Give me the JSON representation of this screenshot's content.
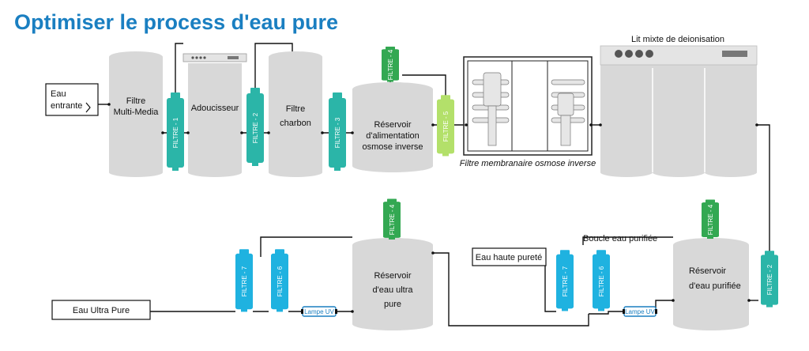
{
  "title": "Optimiser le process d'eau pure",
  "labels": {
    "inlet": [
      "Eau",
      "entrante"
    ],
    "filtre_mm": [
      "Filtre",
      "Multi-Media"
    ],
    "adoucisseur": "Adoucisseur",
    "filtre_charbon": [
      "Filtre",
      "charbon"
    ],
    "reservoir_alim": [
      "Réservoir",
      "d'alimentation",
      "osmose inverse"
    ],
    "membrane": "Filtre membranaire osmose inverse",
    "lit_mixte": "Lit mixte de deionisation",
    "boucle": "Boucle eau purifiée",
    "reservoir_purifiee": [
      "Réservoir",
      "d'eau purifiée"
    ],
    "eau_haute": "Eau haute pureté",
    "reservoir_ultra": [
      "Réservoir",
      "d'eau ultra",
      "pure"
    ],
    "eau_ultra": "Eau Ultra Pure"
  },
  "filters": {
    "f1": "FILTRE - 1",
    "f2": "FILTRE - 2",
    "f3": "FILTRE - 3",
    "f4_top": "FILTRE - 4",
    "f5": "FILTRE - 5",
    "f4_right": "FILTRE - 4",
    "f2_right": "FILTRE - 2",
    "f7_right": "FILTRE - 7",
    "f6_right": "FILTRE - 6",
    "f4_mid": "FILTRE - 4",
    "f7_left": "FILTRE - 7",
    "f6_left": "FILTRE - 6"
  },
  "uv": {
    "left": "Lampe UV",
    "right": "Lampe UV"
  },
  "colors": {
    "title": "#1a7fc1",
    "teal": "#2bb5a8",
    "green": "#33a852",
    "lime": "#b3e06a",
    "cyan": "#1fb2e0",
    "tank": "#d8d8d8"
  }
}
